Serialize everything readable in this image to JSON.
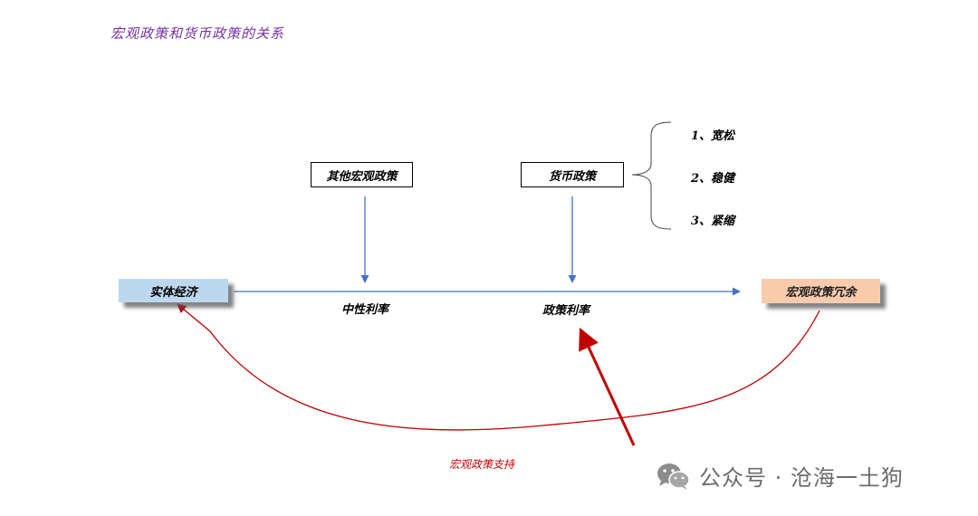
{
  "title": "宏观政策和货币政策的关系",
  "nodes": {
    "other_macro_policy": "其他宏观政策",
    "monetary_policy": "货币政策",
    "real_economy": "实体经济",
    "macro_policy_redundancy": "宏观政策冗余"
  },
  "labels": {
    "neutral_rate": "中性利率",
    "policy_rate": "政策利率",
    "macro_policy_support": "宏观政策支持"
  },
  "stances": [
    {
      "label": "1、宽松"
    },
    {
      "label": "2、稳健"
    },
    {
      "label": "3、紧缩"
    }
  ],
  "watermark": {
    "text": "公众号 · 沧海一土狗",
    "icon": "wechat-icon"
  },
  "colors": {
    "title": "#7030a0",
    "blue_arrow": "#4472c4",
    "red_arrow": "#c00000",
    "real_economy_fill": "#bdd7ee",
    "redundancy_fill": "#f8cbad"
  }
}
